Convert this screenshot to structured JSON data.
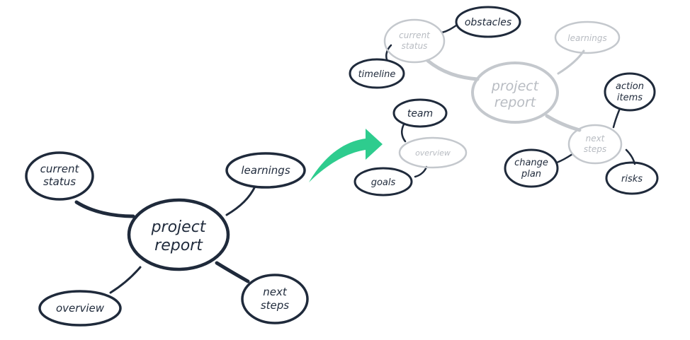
{
  "left_map": {
    "center": [
      "project",
      "report"
    ],
    "nodes": {
      "current_status": [
        "current",
        "status"
      ],
      "learnings": [
        "learnings"
      ],
      "overview": [
        "overview"
      ],
      "next_steps": [
        "next",
        "steps"
      ]
    }
  },
  "right_map": {
    "center": [
      "project",
      "report"
    ],
    "nodes": {
      "current_status": [
        "current",
        "status"
      ],
      "obstacles": [
        "obstacles"
      ],
      "timeline": [
        "timeline"
      ],
      "learnings": [
        "learnings"
      ],
      "team": [
        "team"
      ],
      "overview": [
        "overview"
      ],
      "goals": [
        "goals"
      ],
      "action_items": [
        "action",
        "items"
      ],
      "next_steps": [
        "next",
        "steps"
      ],
      "change_plan": [
        "change",
        "plan"
      ],
      "risks": [
        "risks"
      ]
    }
  },
  "colors": {
    "ink": "#1f2a3b",
    "faded": "#c4c8cd",
    "arrow": "#2ecc8e"
  },
  "icons": [
    "arrow-right-curved-icon"
  ]
}
